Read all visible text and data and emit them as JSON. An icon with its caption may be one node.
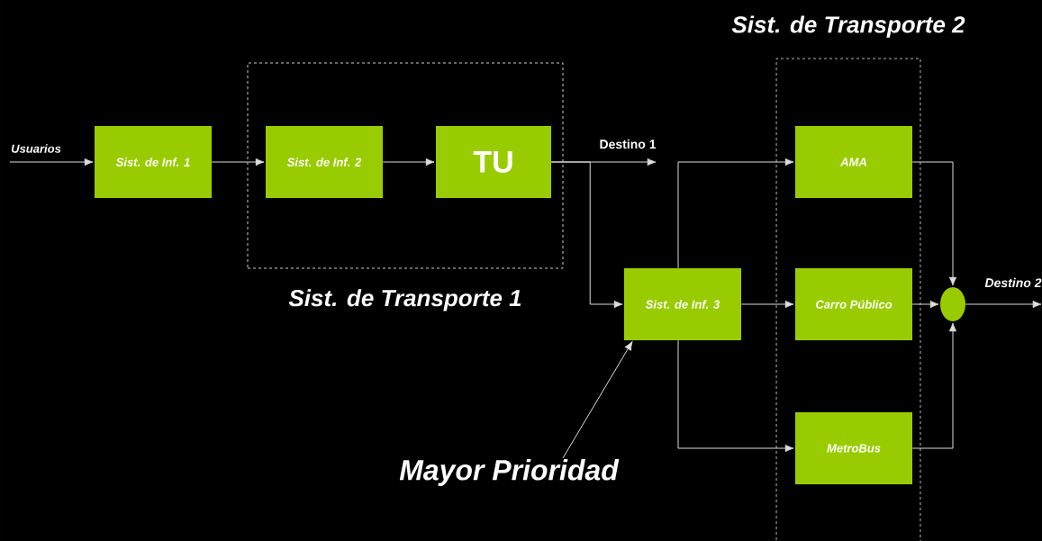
{
  "diagram": {
    "nodes": [
      {
        "text": [
          "Usuarios"
        ]
      },
      {
        "text": [
          "Sist. de Inf. 1"
        ]
      },
      {
        "text": [
          "Sist. de Transporte 1"
        ]
      },
      {
        "text": [
          "Sist. de Inf. 2"
        ],
        "in": 2
      },
      {
        "text": [
          "TU"
        ],
        "in": 2
      },
      {
        "text": [
          "Destino 1"
        ]
      },
      {
        "text": [
          "Sist. de Inf. 3"
        ]
      },
      {
        "text": [
          "Mayor Prioridad"
        ]
      },
      {
        "text": [
          "Sist. de Transporte 2"
        ]
      },
      {
        "text": [
          "AMA"
        ],
        "in": 8
      },
      {
        "text": [
          "Carro Público"
        ],
        "in": 8
      },
      {
        "text": [
          "MetroBus"
        ],
        "in": 8
      },
      {
        "text": [],
        "shape": "circle"
      },
      {
        "text": [
          "Destino 2"
        ]
      }
    ],
    "edges": [
      {
        "from": 0,
        "to": 1,
        "arrow": "to"
      },
      {
        "from": 1,
        "to": 3,
        "arrow": "to"
      },
      {
        "from": 3,
        "to": 4,
        "arrow": "to"
      },
      {
        "from": 4,
        "to": 5,
        "arrow": "to"
      },
      {
        "from": 4,
        "to": 6,
        "arrow": "to"
      },
      {
        "from": 7,
        "to": 6,
        "arrow": "to"
      },
      {
        "from": 6,
        "to": 9,
        "arrow": "to"
      },
      {
        "from": 6,
        "to": 10,
        "arrow": "to"
      },
      {
        "from": 6,
        "to": 11,
        "arrow": "to"
      },
      {
        "from": 9,
        "to": 12,
        "arrow": "to"
      },
      {
        "from": 10,
        "to": 12,
        "arrow": "to"
      },
      {
        "from": 11,
        "to": 12,
        "arrow": "to"
      },
      {
        "from": 12,
        "to": 13,
        "arrow": "to"
      }
    ]
  }
}
